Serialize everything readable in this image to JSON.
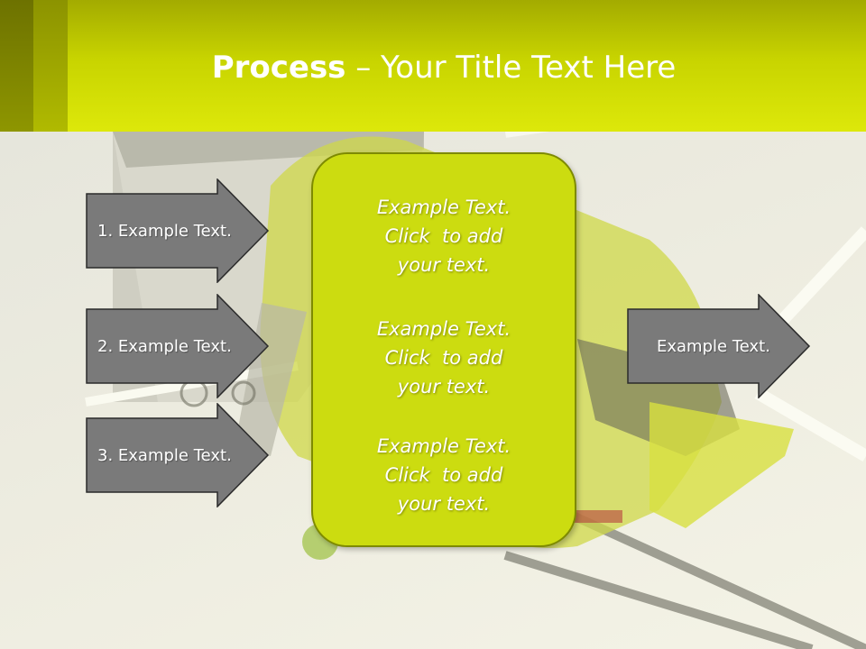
{
  "header": {
    "title_bold": "Process",
    "title_rest": " – Your Title Text Here",
    "colors": {
      "band": "#c8d400",
      "stripe_dark": "#6d7200",
      "stripe_mid": "#8c9300"
    }
  },
  "left_arrows": [
    {
      "label": "1. Example Text."
    },
    {
      "label": "2. Example Text."
    },
    {
      "label": "3. Example Text."
    }
  ],
  "center_panel": {
    "blocks": [
      {
        "line1": "Example Text.",
        "line2": "Click  to add",
        "line3": "your text."
      },
      {
        "line1": "Example Text.",
        "line2": "Click  to add",
        "line3": "your text."
      },
      {
        "line1": "Example Text.",
        "line2": "Click  to add",
        "line3": "your text."
      }
    ],
    "color": "#ccdc10"
  },
  "right_arrow": {
    "label": "Example Text."
  },
  "arrow_color": "#7a7a7a"
}
